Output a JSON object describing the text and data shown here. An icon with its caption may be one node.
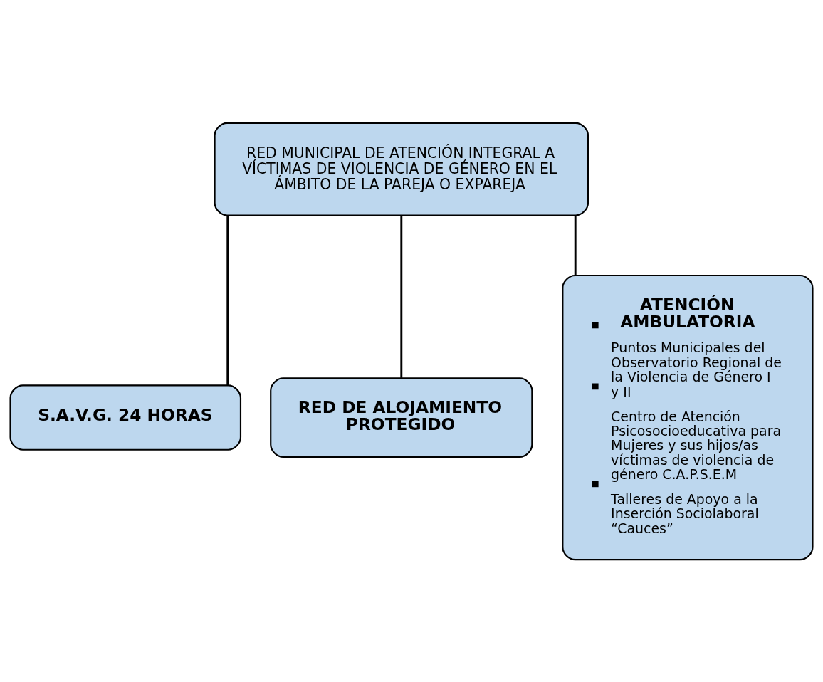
{
  "diagram": {
    "nodes": [
      {
        "text": [
          "RED MUNICIPAL DE ATENCIÓN INTEGRAL A VÍCTIMAS DE VIOLENCIA DE GÉNERO EN EL ÁMBITO DE LA PAREJA O EXPAREJA"
        ]
      },
      {
        "text": [
          "S.A.V.G. 24 HORAS"
        ]
      },
      {
        "text": [
          "RED DE ALOJAMIENTO PROTEGIDO"
        ]
      },
      {
        "text": [
          "ATENCIÓN AMBULATORIA",
          "Puntos Municipales del Observatorio Regional de la Violencia de Género I y II",
          "Centro de Atención Psicosocioeducativa para Mujeres y sus hijos/as víctimas de violencia de género C.A.P.S.E.M",
          "Talleres de Apoyo a la Inserción Sociolaboral “Cauces”"
        ]
      }
    ],
    "edges": [
      {
        "from": 0,
        "to": 1,
        "arrow": "none"
      },
      {
        "from": 0,
        "to": 2,
        "arrow": "none"
      },
      {
        "from": 0,
        "to": 3,
        "arrow": "none"
      }
    ]
  }
}
